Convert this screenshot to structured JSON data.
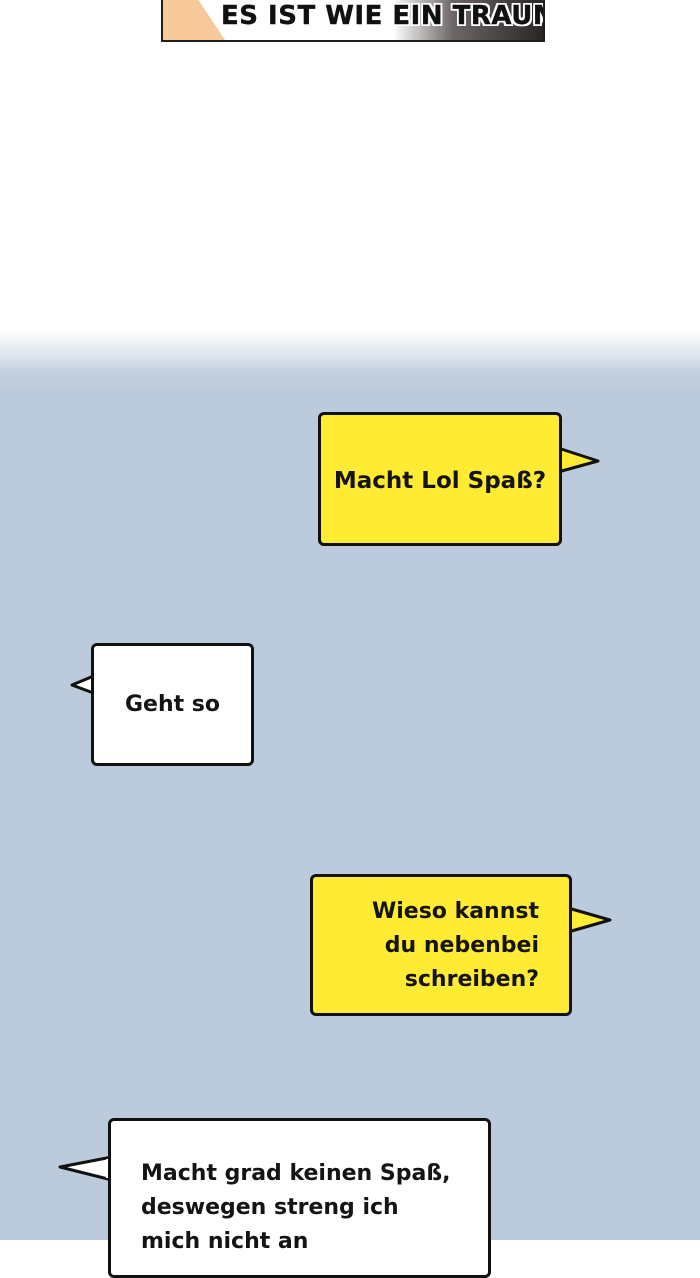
{
  "top_panel": {
    "caption": "ES IST WIE EIN TRAUM!"
  },
  "messages": [
    {
      "side": "right",
      "color": "#ffea34",
      "lines": [
        "Macht Lol Spaß?"
      ]
    },
    {
      "side": "left",
      "color": "#ffffff",
      "lines": [
        "Geht so"
      ]
    },
    {
      "side": "right",
      "color": "#ffea34",
      "lines": [
        "Wieso kannst",
        "du nebenbei",
        "schreiben?"
      ]
    },
    {
      "side": "left",
      "color": "#ffffff",
      "lines": [
        "Macht grad keinen Spaß,",
        "deswegen streng ich",
        "mich nicht an"
      ]
    }
  ],
  "colors": {
    "chat_background": "#bccbdb",
    "yellow_bubble": "#ffea34",
    "white_bubble": "#ffffff",
    "outline": "#111111"
  }
}
